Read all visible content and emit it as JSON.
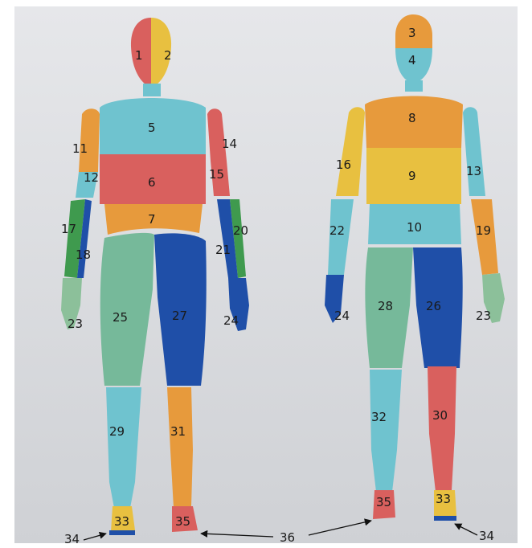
{
  "palette": {
    "red": "#d9605e",
    "yellow": "#e8c040",
    "cyan": "#6fc3cf",
    "orange": "#e79a3c",
    "blue": "#1f4fa8",
    "green": "#3f9a4e",
    "mint": "#76b99a",
    "skin_green": "#8cc09a"
  },
  "front_labels": {
    "s1": "1",
    "s2": "2",
    "s5": "5",
    "s6": "6",
    "s7": "7",
    "s11": "11",
    "s12": "12",
    "s14": "14",
    "s15": "15",
    "s17": "17",
    "s18": "18",
    "s20": "20",
    "s21": "21",
    "s23": "23",
    "s24": "24",
    "s25": "25",
    "s27": "27",
    "s29": "29",
    "s31": "31",
    "s33": "33",
    "s35": "35",
    "s34": "34"
  },
  "back_labels": {
    "s3": "3",
    "s4": "4",
    "s8": "8",
    "s9": "9",
    "s10": "10",
    "s13": "13",
    "s16": "16",
    "s19": "19",
    "s22": "22",
    "s23": "23",
    "s24": "24",
    "s26": "26",
    "s28": "28",
    "s30": "30",
    "s32": "32",
    "s33": "33",
    "s35": "35",
    "s34": "34"
  },
  "shared_label": "36"
}
